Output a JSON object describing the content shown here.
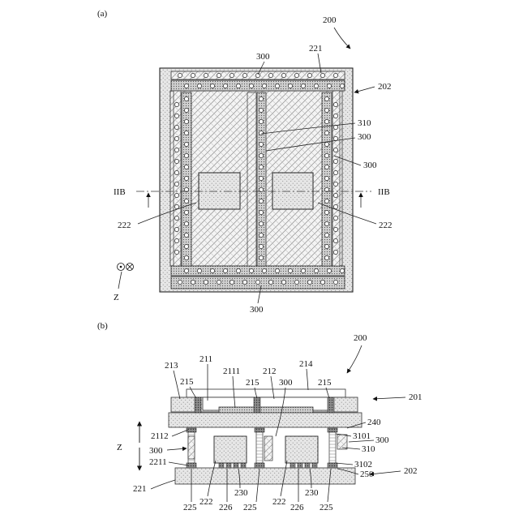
{
  "figure_a": {
    "panel_label": "(a)",
    "device_label": "200",
    "labels": {
      "top_300": "300",
      "top_221": "221",
      "right_202": "202",
      "right_310": "310",
      "right_300a": "300",
      "right_300b": "300",
      "section_left": "IIB",
      "section_right": "IIB",
      "left_222": "222",
      "right_222": "222",
      "axis_z": "Z",
      "bottom_300": "300"
    }
  },
  "figure_b": {
    "panel_label": "(b)",
    "device_label": "200",
    "labels": {
      "l213": "213",
      "l211": "211",
      "l2111": "2111",
      "l212": "212",
      "l214": "214",
      "l215a": "215",
      "l215b": "215",
      "l300top": "300",
      "l215c": "215",
      "l201": "201",
      "l240": "240",
      "l2112": "2112",
      "l3101": "3101",
      "l300r": "300",
      "l310": "310",
      "lz": "Z",
      "l300l": "300",
      "l2211": "2211",
      "l3102": "3102",
      "l250": "250",
      "l202": "202",
      "l221": "221",
      "b225a": "225",
      "b222a": "222",
      "b226a": "226",
      "b230a": "230",
      "b225b": "225",
      "b222b": "222",
      "b226b": "226",
      "b230b": "230",
      "b225c": "225"
    }
  }
}
